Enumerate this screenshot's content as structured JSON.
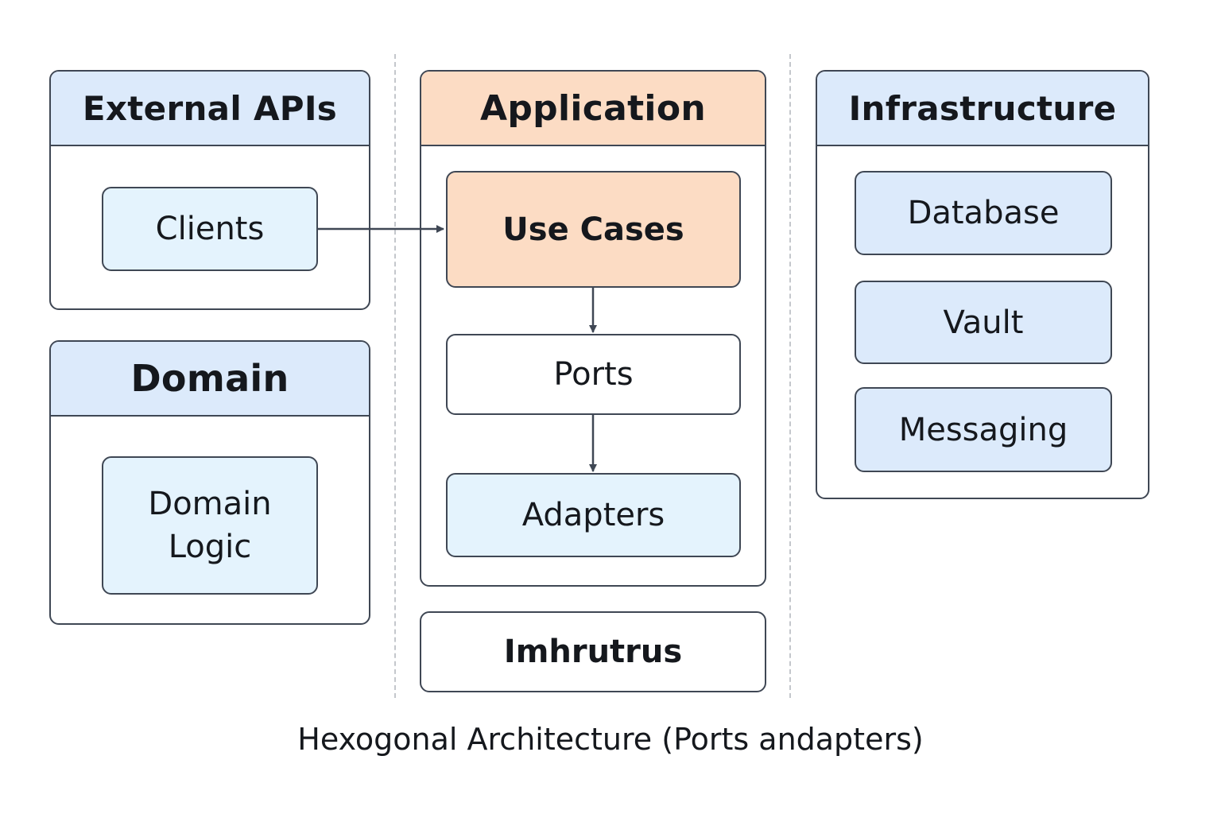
{
  "external_apis": {
    "title": "External APIs",
    "clients": "Clients"
  },
  "domain": {
    "title": "Domain",
    "logic_line1": "Domain",
    "logic_line2": "Logic"
  },
  "application": {
    "title": "Application",
    "use_cases": "Use Cases",
    "ports": "Ports",
    "adapters": "Adapters"
  },
  "bottom_box": "Imhrutrus",
  "infrastructure": {
    "title": "Infrastructure",
    "database": "Database",
    "vault": "Vault",
    "messaging": "Messaging"
  },
  "caption": "Hexogonal Architecture (Ports andapters)",
  "colors": {
    "header_blue": "#dceafb",
    "header_orange": "#fcdcc4",
    "box_lightblue": "#e4f3fd",
    "border": "#3f4754"
  }
}
